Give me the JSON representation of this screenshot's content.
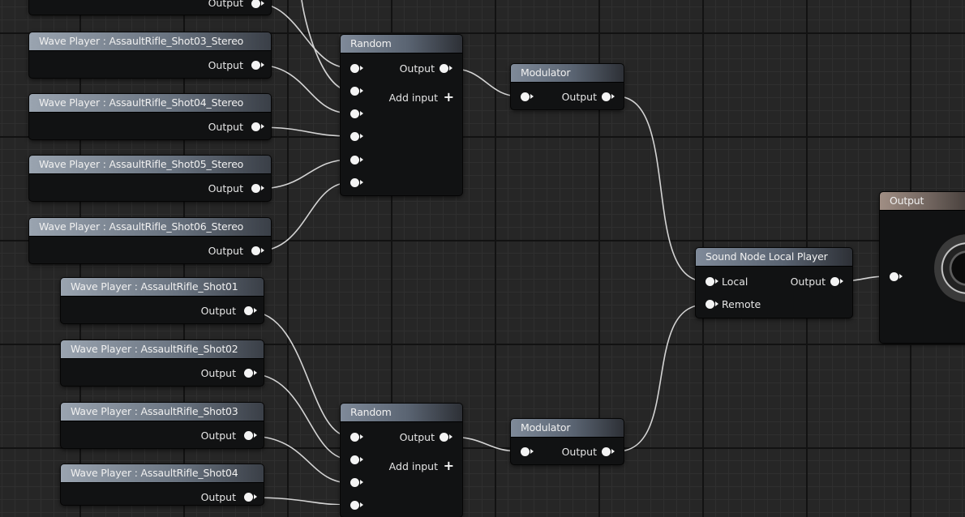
{
  "wave_players_top": [
    {
      "title": "",
      "output": "Output"
    },
    {
      "title": "Wave Player : AssaultRifle_Shot03_Stereo",
      "output": "Output"
    },
    {
      "title": "Wave Player : AssaultRifle_Shot04_Stereo",
      "output": "Output"
    },
    {
      "title": "Wave Player : AssaultRifle_Shot05_Stereo",
      "output": "Output"
    },
    {
      "title": "Wave Player : AssaultRifle_Shot06_Stereo",
      "output": "Output"
    }
  ],
  "wave_players_bottom": [
    {
      "title": "Wave Player : AssaultRifle_Shot01",
      "output": "Output"
    },
    {
      "title": "Wave Player : AssaultRifle_Shot02",
      "output": "Output"
    },
    {
      "title": "Wave Player : AssaultRifle_Shot03",
      "output": "Output"
    },
    {
      "title": "Wave Player : AssaultRifle_Shot04",
      "output": "Output"
    }
  ],
  "random_top": {
    "title": "Random",
    "output": "Output",
    "add_input": "Add input"
  },
  "random_bottom": {
    "title": "Random",
    "output": "Output",
    "add_input": "Add input"
  },
  "modulator_top": {
    "title": "Modulator",
    "output": "Output"
  },
  "modulator_bottom": {
    "title": "Modulator",
    "output": "Output"
  },
  "local_player": {
    "title": "Sound Node Local Player",
    "local": "Local",
    "remote": "Remote",
    "output": "Output"
  },
  "output_node": {
    "title": "Output",
    "icon": "speaker-icon"
  },
  "colors": {
    "wire": "#d8d8d8",
    "pin": "#f4f4f4",
    "node_body": "#111213"
  }
}
